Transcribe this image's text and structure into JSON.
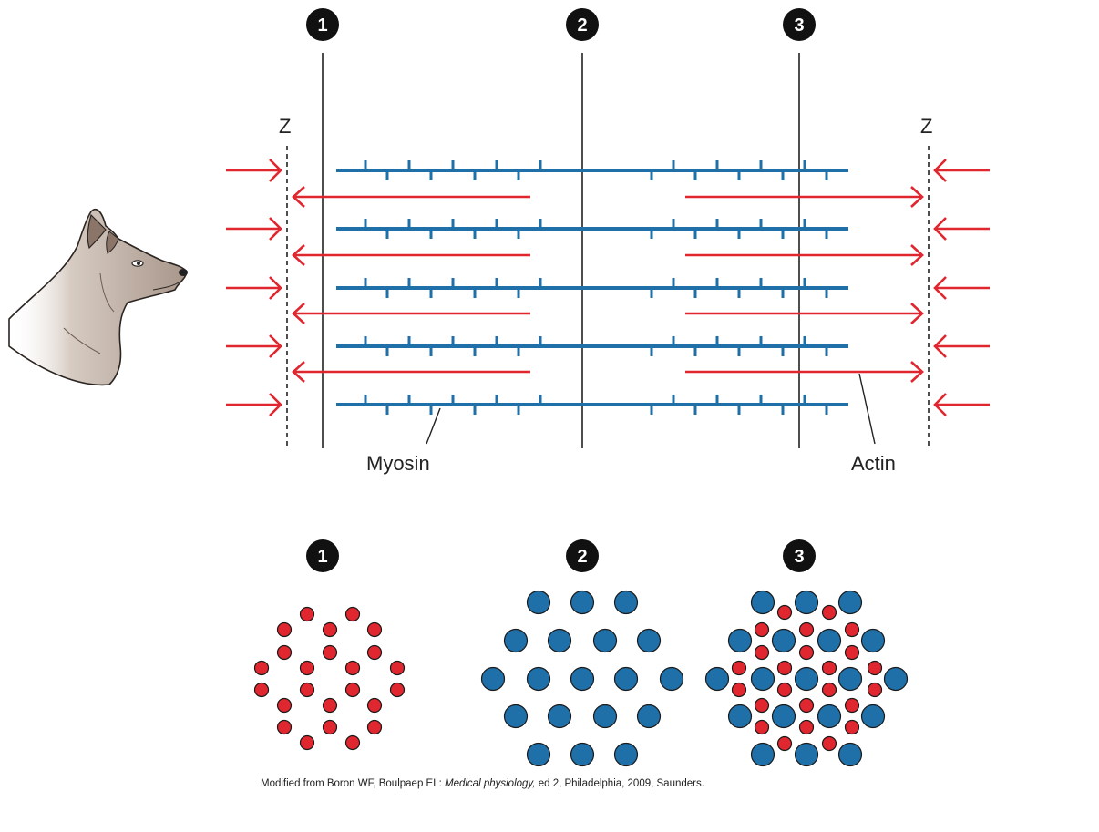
{
  "labels": {
    "z_left": "Z",
    "z_right": "Z",
    "myosin": "Myosin",
    "actin": "Actin"
  },
  "markers": [
    "1",
    "2",
    "3"
  ],
  "credit": {
    "prefix": "Modified from Boron WF, Boulpaep EL: ",
    "title": "Medical physiology,",
    "suffix": " ed 2, Philadelphia, 2009, Saunders."
  },
  "colors": {
    "myosin": "#1f6fa8",
    "actin": "#e0262e",
    "line": "#222222",
    "marker_bg": "#111111"
  },
  "icons": [
    "animal-head-icon"
  ]
}
